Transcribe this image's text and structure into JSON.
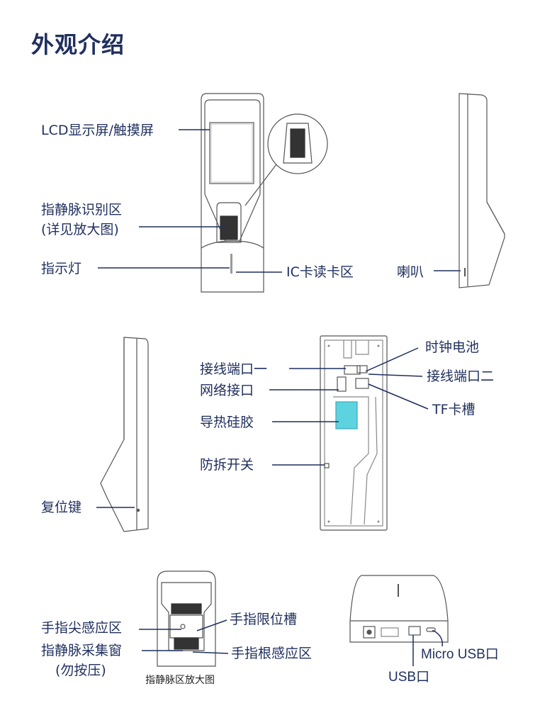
{
  "title": "外观介绍",
  "front_view": {
    "lcd": "LCD显示屏/触摸屏",
    "vein_area_line1": "指静脉识别区",
    "vein_area_line2": "(详见放大图)",
    "indicator": "指示灯",
    "ic_reader": "IC卡读卡区",
    "speaker": "喇叭"
  },
  "side_view": {
    "reset": "复位键"
  },
  "back_view": {
    "rtc_battery": "时钟电池",
    "wiring_port_1": "接线端口一",
    "wiring_port_2": "接线端口二",
    "network_port": "网络接口",
    "tf_slot": "TF卡槽",
    "thermal_pad": "导热硅胶",
    "tamper_switch": "防拆开关"
  },
  "detail_view": {
    "fingertip_area": "手指尖感应区",
    "finger_groove": "手指限位槽",
    "vein_window_line1": "指静脉采集窗",
    "vein_window_line2": "(勿按压)",
    "finger_root_area": "手指根感应区",
    "caption": "指静脉区放大图"
  },
  "bottom_view": {
    "micro_usb": "Micro USB口",
    "usb": "USB口"
  },
  "colors": {
    "label_text": "#1f2f5e",
    "line_art": "#555555",
    "thermal_pad": "#5ed3e0"
  }
}
